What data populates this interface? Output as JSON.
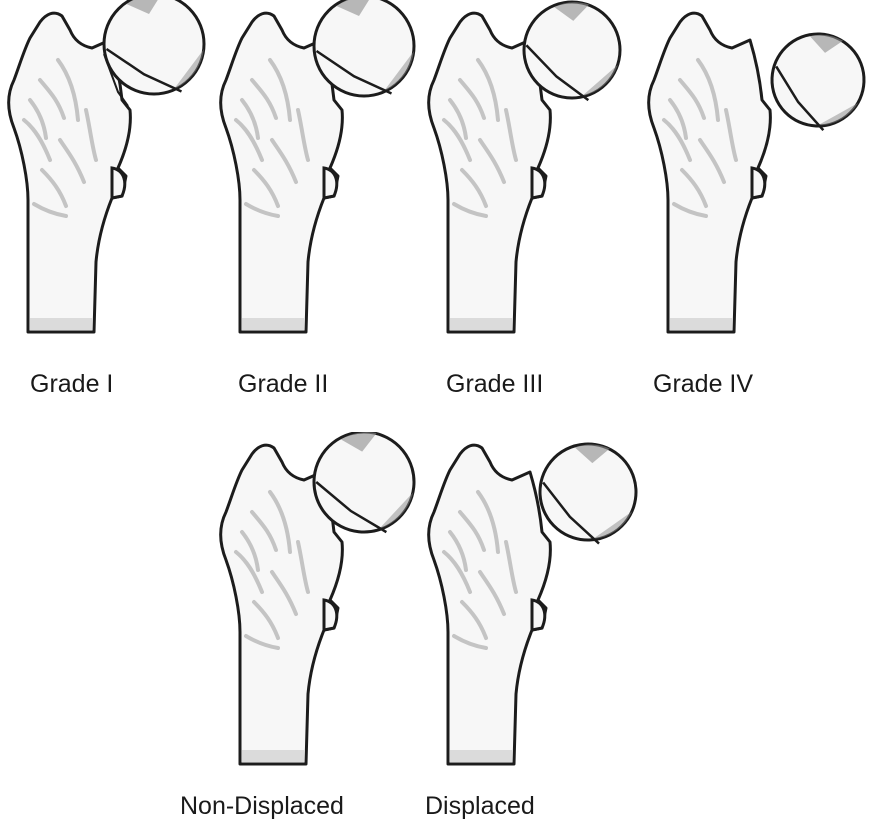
{
  "figure": {
    "rows": [
      {
        "panels": [
          {
            "caption": "Grade I",
            "variant": "grade-1"
          },
          {
            "caption": "Grade II",
            "variant": "grade-2"
          },
          {
            "caption": "Grade III",
            "variant": "grade-3"
          },
          {
            "caption": "Grade IV",
            "variant": "grade-4"
          }
        ]
      },
      {
        "panels": [
          {
            "caption": "Non-Displaced",
            "variant": "non-displaced"
          },
          {
            "caption": "Displaced",
            "variant": "displaced"
          }
        ]
      }
    ],
    "colors": {
      "bone_fill": "#f7f7f7",
      "bone_outline": "#1c1c1c",
      "trabecular_shade": "#9a9a9a",
      "head_shade": "#8c8c8c"
    }
  }
}
